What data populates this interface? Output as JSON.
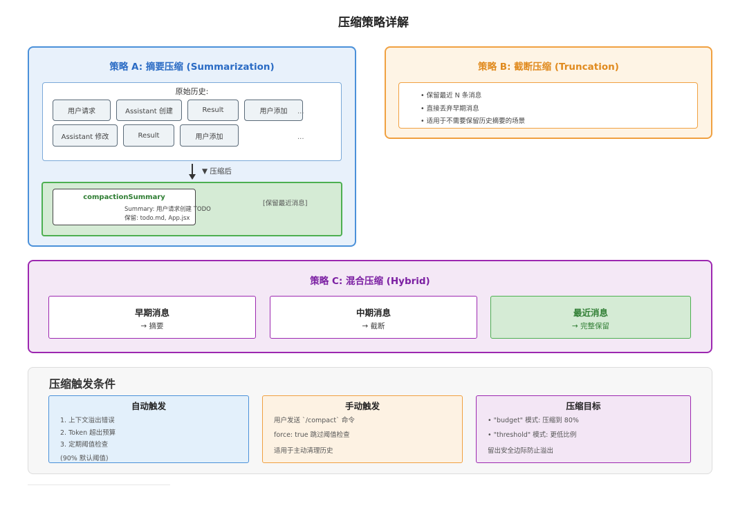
{
  "title": "压缩策略详解",
  "strategy_a": {
    "title": "策略 A: 摘要压缩 (Summarization)",
    "history_label": "原始历史:",
    "row1": [
      "用户请求",
      "Assistant 创建",
      "Result",
      "用户添加"
    ],
    "row2": [
      "Assistant 修改",
      "Result",
      "用户添加"
    ],
    "ellipsis": "...",
    "after_label": "▼ 压缩后",
    "summary_title": "compactionSummary",
    "summary_line1": "Summary: 用户请求创建 TODO",
    "summary_line2": "保留: todo.md, App.jsx",
    "recent_label": "[保留最近消息]"
  },
  "strategy_b": {
    "title": "策略 B: 截断压缩 (Truncation)",
    "items": [
      "• 保留最近 N 条消息",
      "• 直接丢弃早期消息",
      "• 适用于不需要保留历史摘要的场景"
    ]
  },
  "strategy_c": {
    "title": "策略 C: 混合压缩 (Hybrid)",
    "phases": [
      {
        "name": "早期消息",
        "action": "→ 摘要"
      },
      {
        "name": "中期消息",
        "action": "→ 截断"
      },
      {
        "name": "最近消息",
        "action": "→ 完整保留"
      }
    ]
  },
  "triggers": {
    "title": "压缩触发条件",
    "auto": {
      "title": "自动触发",
      "lines": [
        "1. 上下文溢出错误",
        "2. Token 超出预算",
        "3. 定期阈值检查",
        "(90% 默认阈值)"
      ]
    },
    "manual": {
      "title": "手动触发",
      "lines": [
        "用户发送 `/compact` 命令",
        "force: true 跳过阈值检查",
        "适用于主动清理历史"
      ]
    },
    "target": {
      "title": "压缩目标",
      "lines": [
        "• \"budget\" 模式: 压缩到 80%",
        "• \"threshold\" 模式: 更低比例",
        "留出安全边际防止溢出"
      ]
    }
  },
  "colors": {
    "blue": "#4a90d9",
    "orange": "#f0a040",
    "purple": "#9c27b0",
    "green": "#4caf50"
  }
}
